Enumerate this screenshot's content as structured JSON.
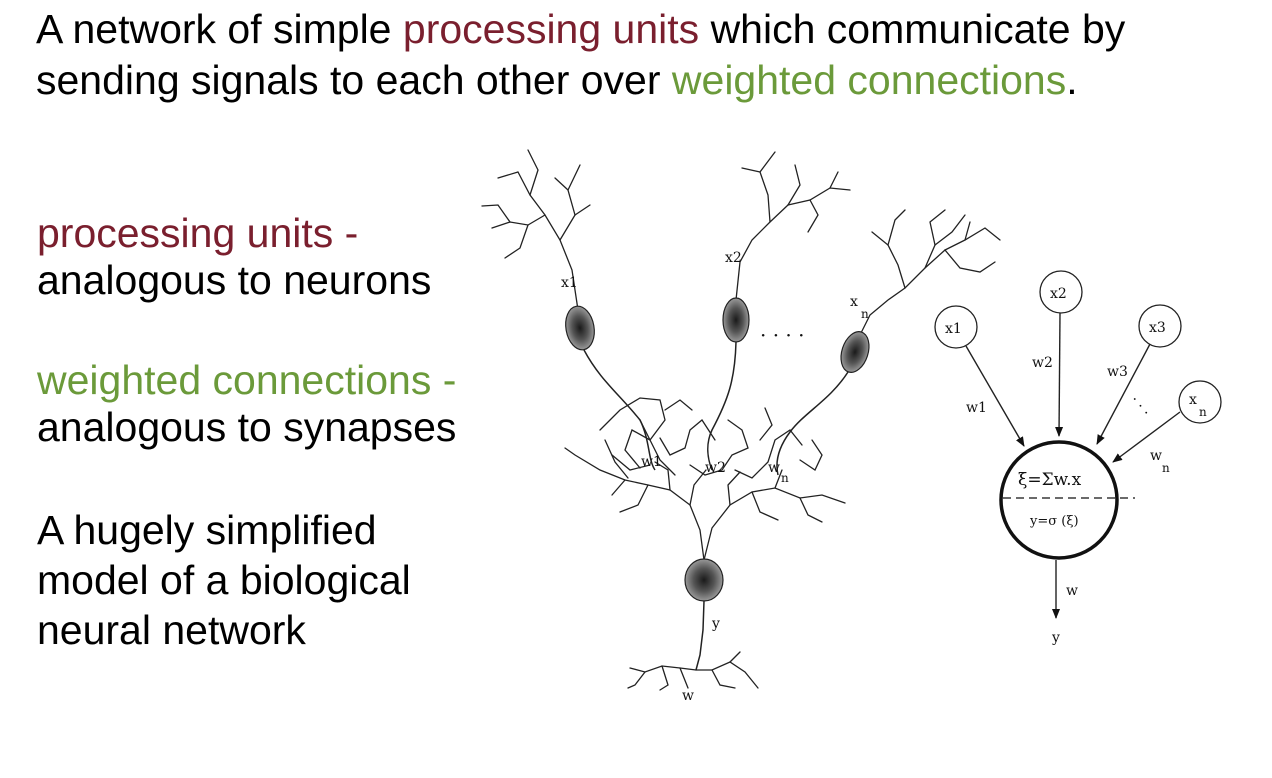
{
  "headline": {
    "part1": "A network of simple ",
    "processing_units": "processing units",
    "part2": " which communicate by sending signals to each other over ",
    "weighted_connections": "weighted connections",
    "part3": "."
  },
  "points": {
    "units_term": "processing units -",
    "units_desc": "analogous to neurons",
    "connections_term": "weighted connections -",
    "connections_desc": "analogous to synapses",
    "simplified_line1": "A hugely simplified",
    "simplified_line2": "model of a biological",
    "simplified_line3": "neural network"
  },
  "biological_diagram": {
    "input_labels": [
      "x1",
      "x2",
      "x",
      "n"
    ],
    "synapse_labels": [
      "w1",
      "w2",
      "w",
      "n"
    ],
    "output_label": "y",
    "axon_label": "w",
    "ellipsis": "· · · ·"
  },
  "artificial_diagram": {
    "inputs": [
      "x1",
      "x2",
      "x3"
    ],
    "input_n": {
      "main": "x",
      "sub": "n"
    },
    "weights": [
      "w1",
      "w2",
      "w3"
    ],
    "weight_n": {
      "main": "w",
      "sub": "n"
    },
    "sum_formula": "ξ=Σw.x",
    "activation_formula": "y=σ (ξ)",
    "output_weight": "w",
    "output": "y",
    "dots": ". . ."
  },
  "colors": {
    "processing_units": "#7a1f2e",
    "weighted_connections": "#6b9a3a",
    "text": "#000000"
  }
}
